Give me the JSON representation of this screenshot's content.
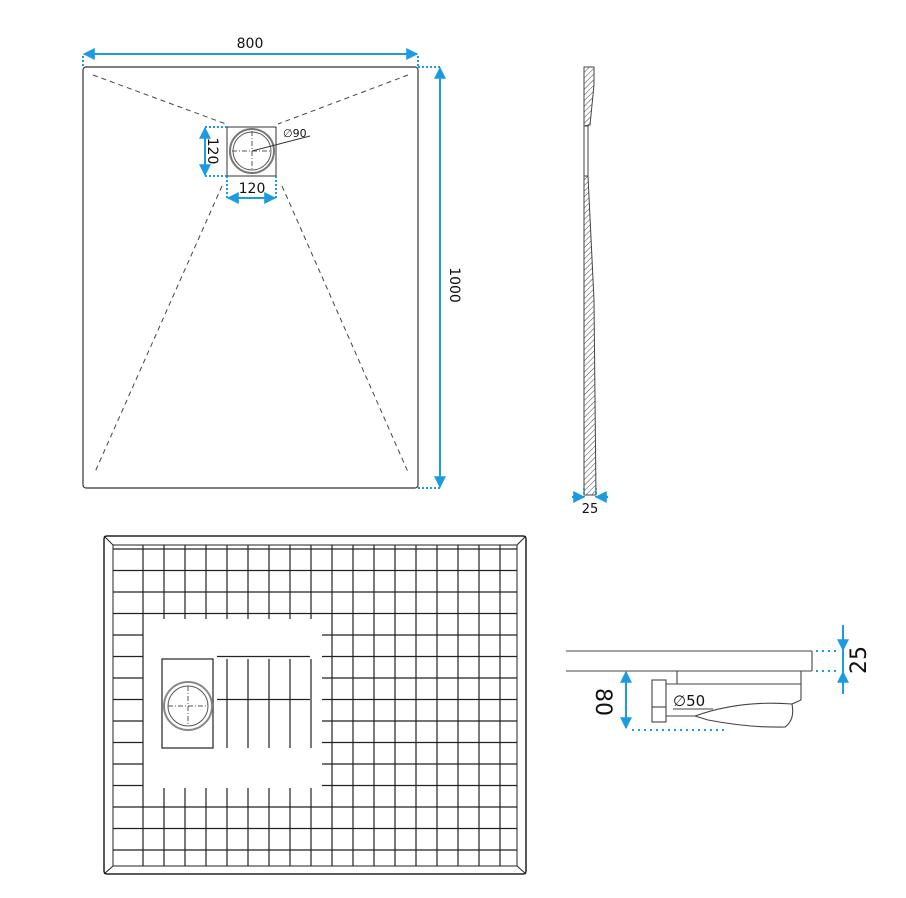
{
  "colors": {
    "dimension": "#1d9be0",
    "line": "#222222",
    "grey": "#888888"
  },
  "top_view": {
    "width_label": "800",
    "length_label": "1000",
    "drain_height_label": "120",
    "drain_width_label": "120",
    "drain_diameter_label": "∅90"
  },
  "side_profile": {
    "thickness_label": "25"
  },
  "section_view": {
    "thickness_label": "25",
    "height_label": "80",
    "outlet_diameter_label": "∅50"
  }
}
